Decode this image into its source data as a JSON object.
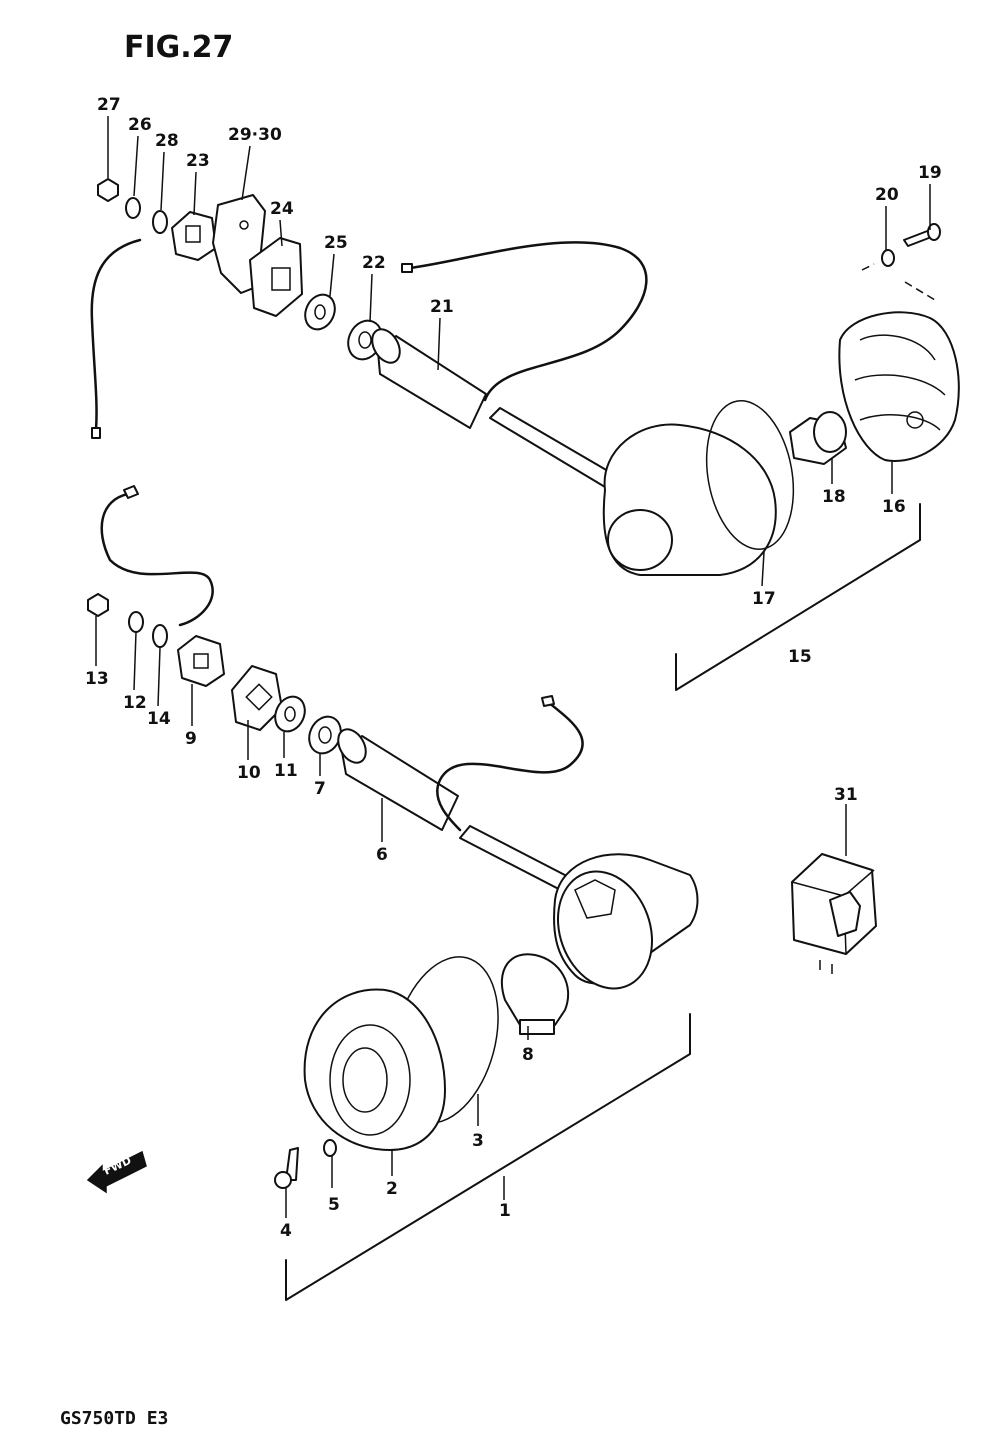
{
  "figure": {
    "title": "FIG.27"
  },
  "footer": {
    "model_code": "GS750TD E3"
  },
  "forward_indicator": {
    "label": "FWD",
    "icon": "forward-arrow-icon"
  },
  "callouts": {
    "c1": "1",
    "c2": "2",
    "c3": "3",
    "c4": "4",
    "c5": "5",
    "c6": "6",
    "c7": "7",
    "c8": "8",
    "c9": "9",
    "c10": "10",
    "c11": "11",
    "c12": "12",
    "c13": "13",
    "c14": "14",
    "c15": "15",
    "c16": "16",
    "c17": "17",
    "c18": "18",
    "c19": "19",
    "c20": "20",
    "c21": "21",
    "c22": "22",
    "c23": "23",
    "c24": "24",
    "c25": "25",
    "c26": "26",
    "c27": "27",
    "c28": "28",
    "c29_30": "29·30",
    "c31": "31"
  },
  "colors": {
    "ink": "#111111",
    "paper": "#ffffff"
  }
}
